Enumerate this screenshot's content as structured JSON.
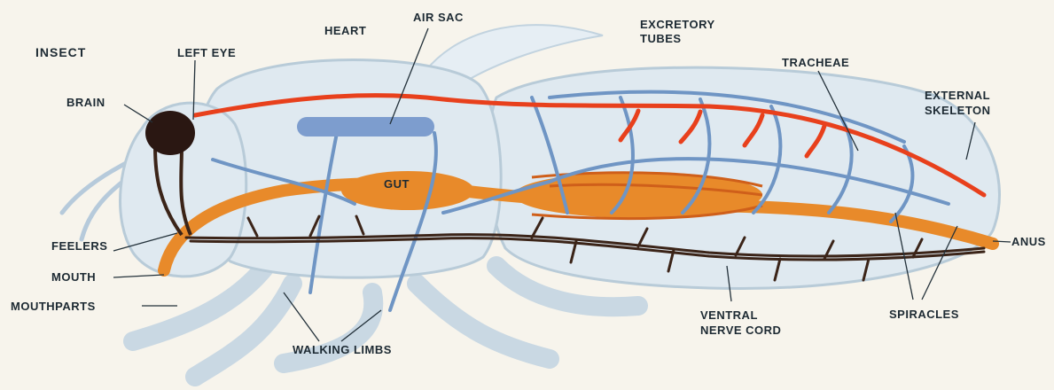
{
  "title": "INSECT",
  "labels": {
    "left_eye": "LEFT EYE",
    "heart": "HEART",
    "air_sac": "AIR SAC",
    "excretory_tubes_1": "EXCRETORY",
    "excretory_tubes_2": "TUBES",
    "tracheae": "TRACHEAE",
    "external_skeleton_1": "EXTERNAL",
    "external_skeleton_2": "SKELETON",
    "brain": "BRAIN",
    "gut": "GUT",
    "feelers": "FEELERS",
    "mouth": "MOUTH",
    "mouthparts": "MOUTHPARTS",
    "anus": "ANUS",
    "walking_limbs": "WALKING LIMBS",
    "ventral_nerve_cord_1": "VENTRAL",
    "ventral_nerve_cord_2": "NERVE CORD",
    "spiracles": "SPIRACLES"
  },
  "colors": {
    "body_fill": "#dfe9f0",
    "body_outline": "#b8cbd8",
    "tracheae_blue": "#6f95c4",
    "air_sac_blue": "#7d9dce",
    "heart_red": "#e8401c",
    "gut_orange": "#e88a2a",
    "excretory_orange": "#d8661f",
    "nerve_dark": "#3b2418",
    "brain_dark": "#2a1712"
  }
}
